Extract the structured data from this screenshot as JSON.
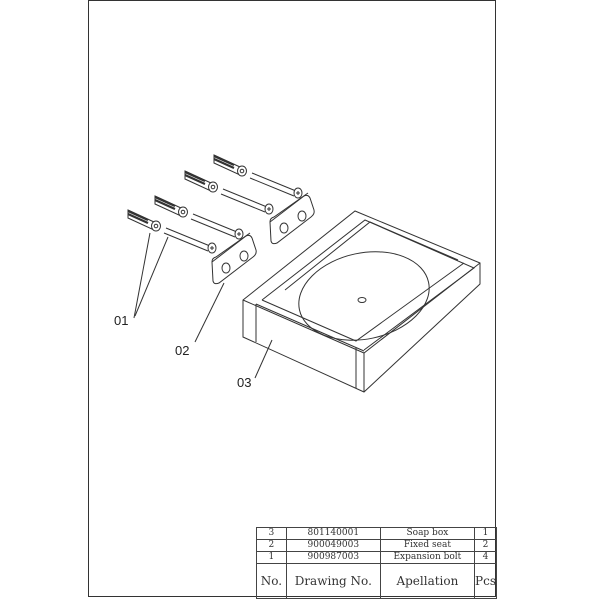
{
  "callouts": [
    "01",
    "02",
    "03"
  ],
  "table": {
    "rows": [
      {
        "no": "3",
        "drawing_no": "801140001",
        "apellation": "Soap box",
        "pcs": "1"
      },
      {
        "no": "2",
        "drawing_no": "900049003",
        "apellation": "Fixed seat",
        "pcs": "2"
      },
      {
        "no": "1",
        "drawing_no": "900987003",
        "apellation": "Expansion bolt",
        "pcs": "4"
      }
    ],
    "headers": {
      "no": "No.",
      "drawing_no": "Drawing No.",
      "apellation": "Apellation",
      "pcs": "Pcs"
    }
  }
}
